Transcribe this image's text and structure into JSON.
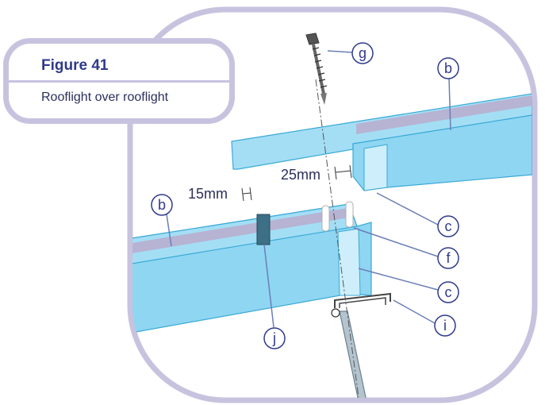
{
  "figure": {
    "title": "Figure 41",
    "subtitle": "Rooflight over rooflight"
  },
  "dimensions": {
    "gap_small": "15mm",
    "gap_large": "25mm"
  },
  "callouts": {
    "g": "g",
    "b_right": "b",
    "b_left": "b",
    "c_upper": "c",
    "f": "f",
    "c_lower": "c",
    "i": "i",
    "j": "j"
  },
  "colors": {
    "frame": "#c7c3df",
    "sheet_fill": "#a4def5",
    "sheet_light": "#cdeefa",
    "sheet_stroke": "#3aaad6",
    "band": "#b7b3d3",
    "label_stroke": "#2f3a8c",
    "leader": "#6b7fb8"
  }
}
